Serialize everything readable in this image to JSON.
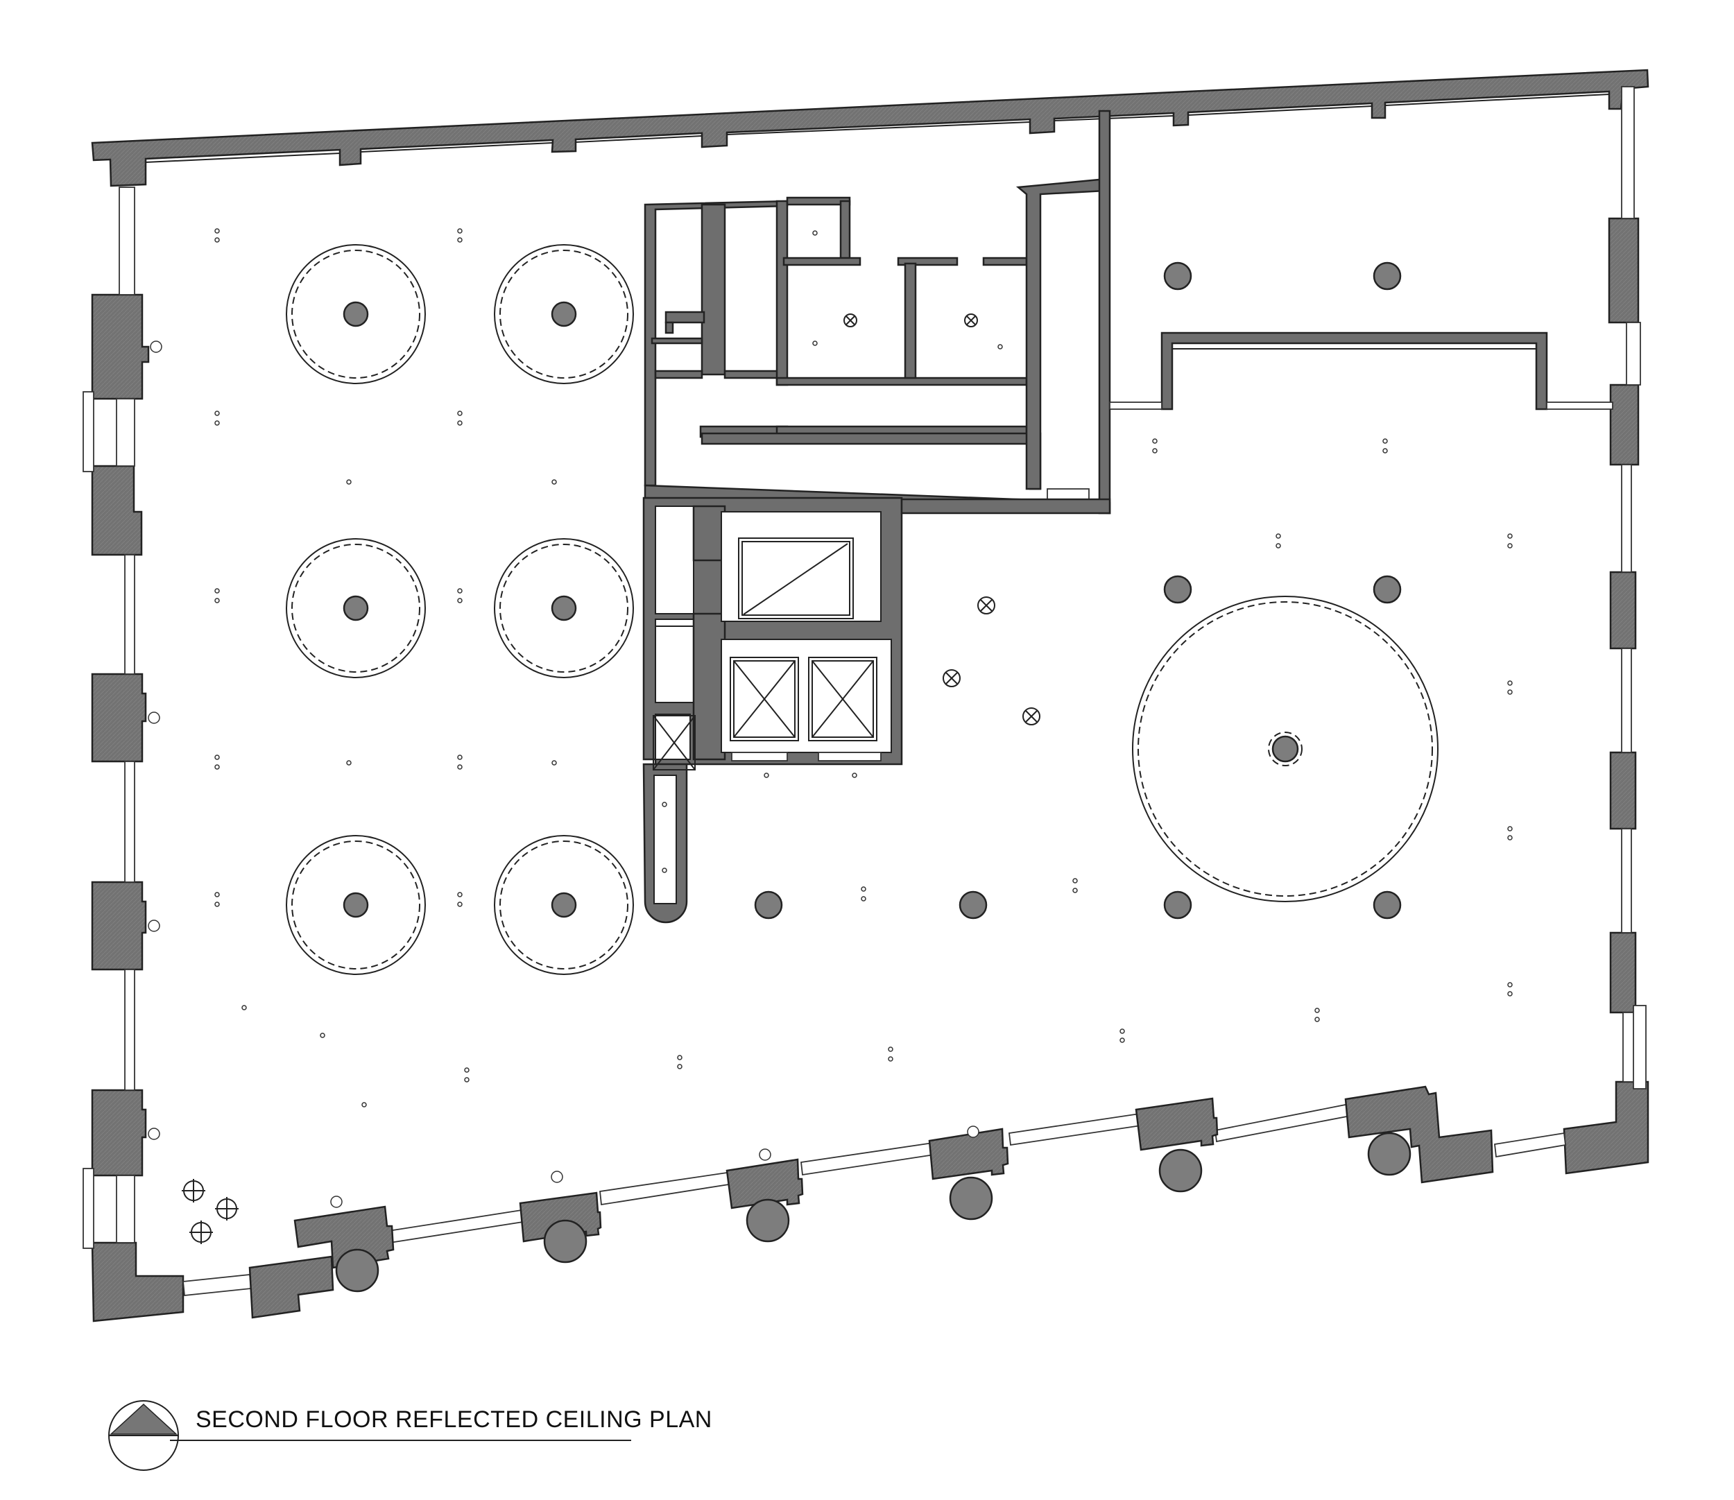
{
  "drawing": {
    "title": "SECOND FLOOR REFLECTED CEILING PLAN"
  },
  "symbols": {
    "fixture_icon": "downlight-dot",
    "round_fixture_icon": "pendant-ring",
    "exhaust_icon": "x-circle-fan"
  }
}
